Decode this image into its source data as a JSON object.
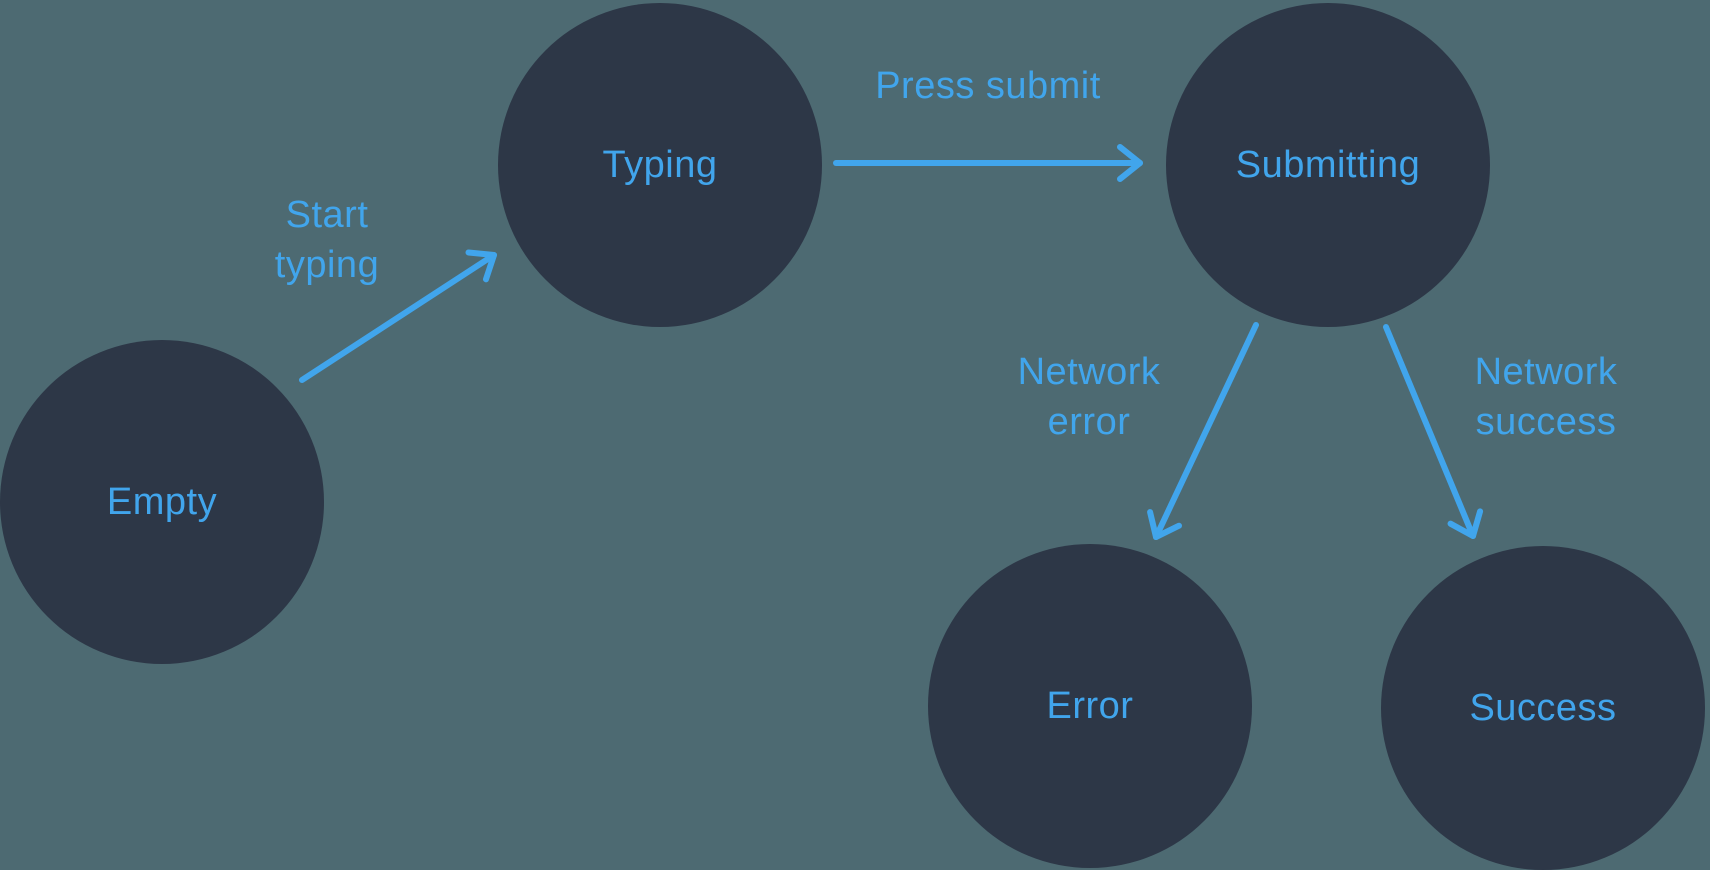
{
  "diagram": {
    "type": "state-machine",
    "nodes": [
      {
        "id": "empty",
        "label": "Empty"
      },
      {
        "id": "typing",
        "label": "Typing"
      },
      {
        "id": "submitting",
        "label": "Submitting"
      },
      {
        "id": "error",
        "label": "Error"
      },
      {
        "id": "success",
        "label": "Success"
      }
    ],
    "edges": [
      {
        "from": "empty",
        "to": "typing",
        "label": "Start typing",
        "label_lines": [
          "Start",
          "typing"
        ]
      },
      {
        "from": "typing",
        "to": "submitting",
        "label": "Press submit",
        "label_lines": [
          "Press submit"
        ]
      },
      {
        "from": "submitting",
        "to": "error",
        "label": "Network error",
        "label_lines": [
          "Network",
          "error"
        ]
      },
      {
        "from": "submitting",
        "to": "success",
        "label": "Network success",
        "label_lines": [
          "Network",
          "success"
        ]
      }
    ]
  },
  "colors": {
    "background": "#4d6a72",
    "node_fill": "#2d3747",
    "accent": "#41a5ec"
  }
}
